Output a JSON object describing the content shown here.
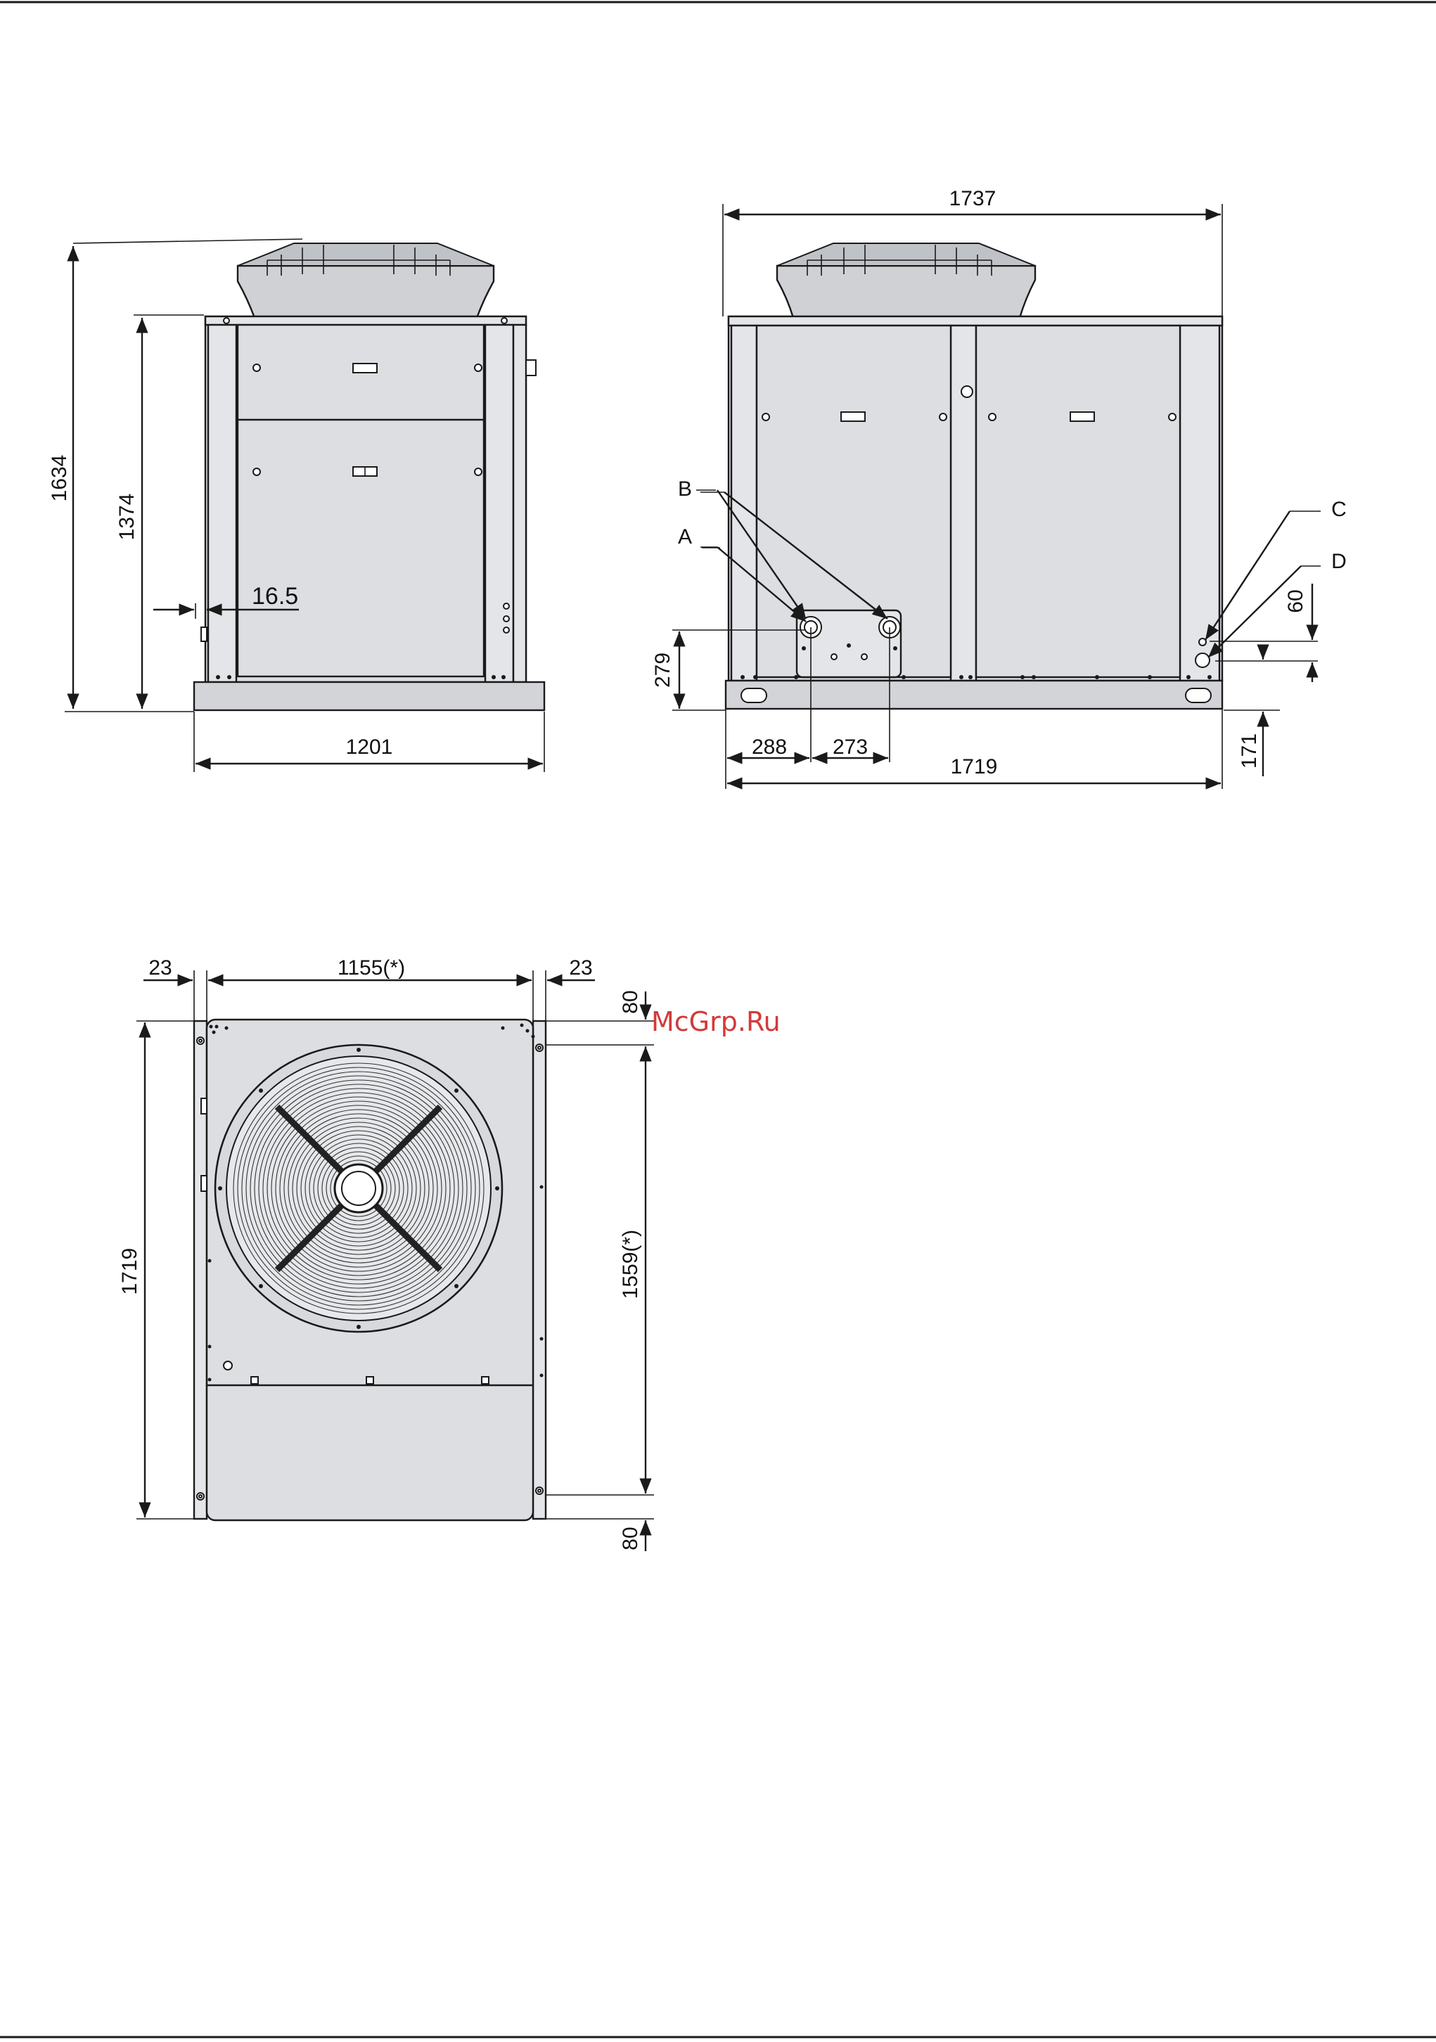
{
  "watermark": "McGrp.Ru",
  "front_view": {
    "height_total": "1634",
    "height_body": "1374",
    "offset": "16.5",
    "width": "1201"
  },
  "side_view": {
    "width_top": "1737",
    "width_base": "1719",
    "label_a": "A",
    "label_b": "B",
    "label_c": "C",
    "label_d": "D",
    "dim_288": "288",
    "dim_273": "273",
    "dim_279": "279",
    "dim_60": "60",
    "dim_171": "171"
  },
  "top_view": {
    "dim_left": "23",
    "dim_width": "1155(*)",
    "dim_right": "23",
    "dim_length": "1719",
    "dim_inner": "1559(*)",
    "dim_top": "80",
    "dim_bottom": "80"
  }
}
